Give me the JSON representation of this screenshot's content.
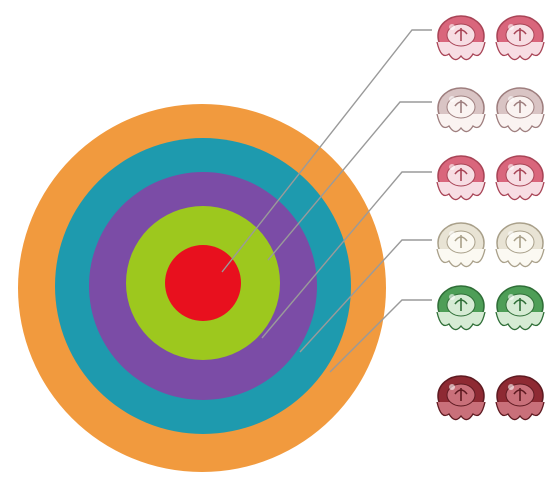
{
  "target": {
    "rings": [
      {
        "name": "outer-ring",
        "color": "#F19A3E"
      },
      {
        "name": "ring-2",
        "color": "#1E9AAE"
      },
      {
        "name": "ring-3",
        "color": "#7B4CA6"
      },
      {
        "name": "ring-4",
        "color": "#9DC81E"
      },
      {
        "name": "bullseye",
        "color": "#E8101E"
      }
    ]
  },
  "icon_rows": [
    {
      "name": "row-1",
      "fill": "#D9667C",
      "stroke": "#A84456",
      "inner": "#F7DDE3"
    },
    {
      "name": "row-2",
      "fill": "#D9C4C4",
      "stroke": "#9E7E7E",
      "inner": "#FAF3F1"
    },
    {
      "name": "row-3",
      "fill": "#D9667C",
      "stroke": "#A84456",
      "inner": "#F7DDE3"
    },
    {
      "name": "row-4",
      "fill": "#E8E3D4",
      "stroke": "#A9A08A",
      "inner": "#FBF9F2"
    },
    {
      "name": "row-5",
      "fill": "#4E9E57",
      "stroke": "#2F6E37",
      "inner": "#D6EBD4"
    },
    {
      "name": "row-6",
      "fill": "#8E2A33",
      "stroke": "#5E1A21",
      "inner": "#C9707A"
    }
  ],
  "leader_color": "#9A9A9A"
}
